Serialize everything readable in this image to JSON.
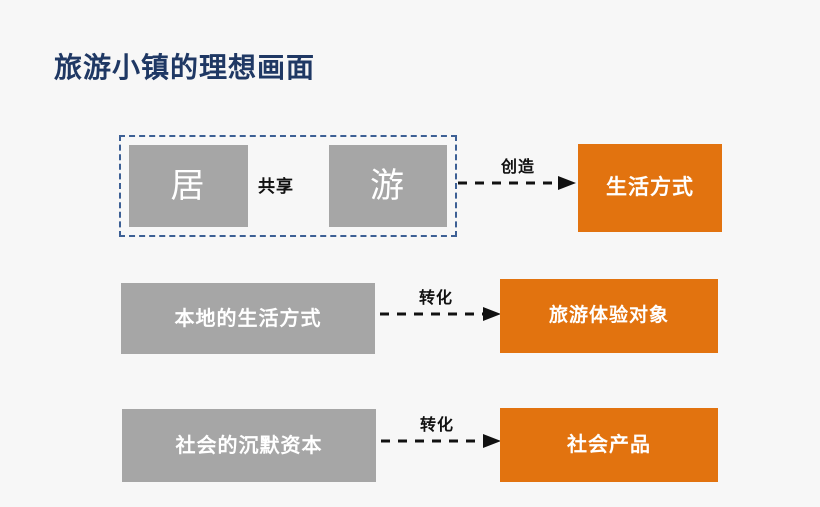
{
  "slide": {
    "title": "旅游小镇的理想画面",
    "background_color": "#f7f7f7",
    "title_color": "#1f3864"
  },
  "colors": {
    "gray_box": "#a6a6a6",
    "orange_box": "#e2730f",
    "dashed_group_border": "#3d6095",
    "arrow": "#111111",
    "box_text": "#ffffff"
  },
  "rows": [
    {
      "id": "row-1",
      "group_label": "共享",
      "sources": [
        {
          "label": "居"
        },
        {
          "label": "游"
        }
      ],
      "arrow_label": "创造",
      "target": {
        "label": "生活方式"
      }
    },
    {
      "id": "row-2",
      "sources": [
        {
          "label": "本地的生活方式"
        }
      ],
      "arrow_label": "转化",
      "target": {
        "label": "旅游体验对象"
      }
    },
    {
      "id": "row-3",
      "sources": [
        {
          "label": "社会的沉默资本"
        }
      ],
      "arrow_label": "转化",
      "target": {
        "label": "社会产品"
      }
    }
  ]
}
